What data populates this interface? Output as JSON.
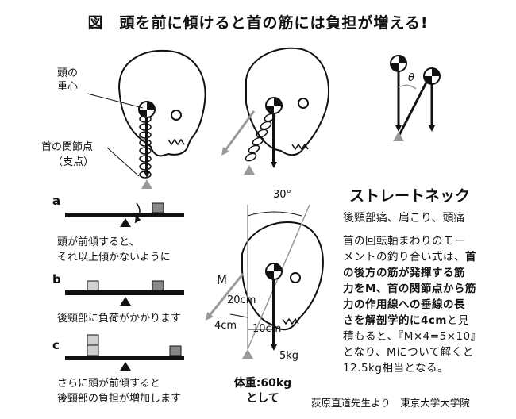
{
  "title": "図　頭を前に傾けると首の筋には負担が増える!",
  "labels": {
    "head_cog": "頭の\n重心",
    "neck_joint": "首の関節点",
    "fulcrum": "（支点）",
    "angle_theta": "θ",
    "angle_30": "30°",
    "m_label": "M",
    "dist_20": "20cm",
    "dist_4": "4cm",
    "dist_10": "10cm",
    "weight_5": "5kg"
  },
  "steps": [
    {
      "letter": "a",
      "text": "頭が前傾すると、\nそれ以上傾かないように"
    },
    {
      "letter": "b",
      "text": "後頸部に負荷がかかります"
    },
    {
      "letter": "c",
      "text": "さらに頭が前傾すると\n後頸部の負担が増加します"
    }
  ],
  "body_weight": "体重:60kg\nとして",
  "straight_neck": {
    "heading": "ストレートネック",
    "subheading": "後頸部痛、肩こり、頭痛"
  },
  "explanation": {
    "p1": "首の回転軸まわりのモー",
    "p2": "メントの釣り合い式は、",
    "p2b": "首",
    "p3": "の後方の筋が発揮する筋",
    "p4": "力をM、首の関節点から筋",
    "p5": "力の作用線への垂線の長",
    "p6a": "さを解剖学的に4cm",
    "p6b": "と見",
    "p7": "積もると、『M×4=5×10』",
    "p8": "となり、Mについて解くと",
    "p9": "12.5kg相当となる。"
  },
  "credit": "荻原直道先生より　東京大学大学院",
  "colors": {
    "gray_arrow": "#999999",
    "box_gray": "#888888",
    "box_light": "#d0d0d0"
  }
}
